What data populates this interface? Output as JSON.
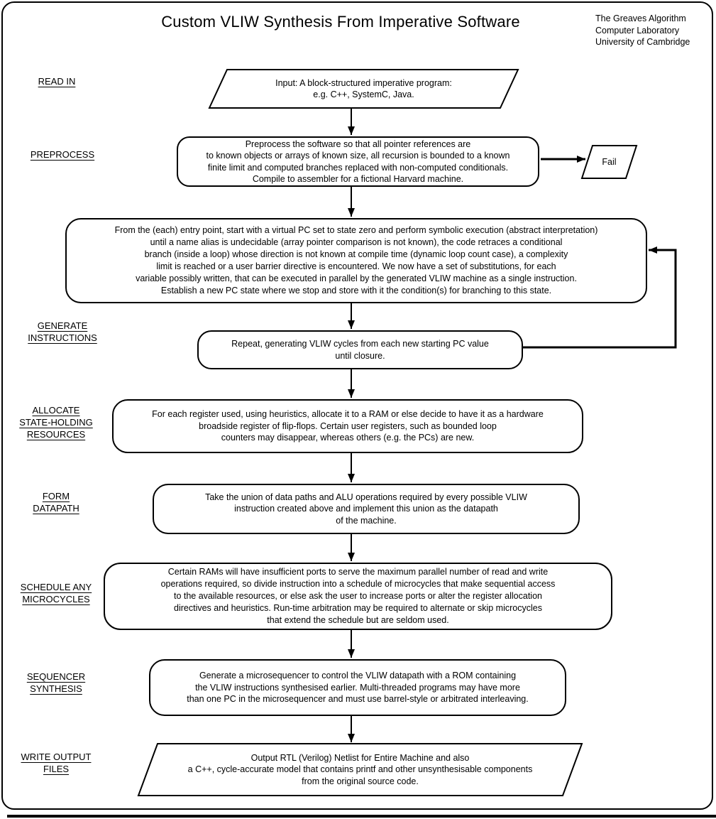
{
  "page": {
    "title": "Custom VLIW Synthesis From Imperative Software",
    "credit": "The Greaves Algorithm\nComputer Laboratory\nUniversity of Cambridge"
  },
  "colors": {
    "ink": "#000000",
    "background": "#ffffff"
  },
  "stages": [
    {
      "id": "read-in",
      "label": "READ IN"
    },
    {
      "id": "preprocess",
      "label": "PREPROCESS"
    },
    {
      "id": "generate-instructions",
      "label": "GENERATE\nINSTRUCTIONS"
    },
    {
      "id": "allocate-state-holding-resources",
      "label": "ALLOCATE\nSTATE-HOLDING\nRESOURCES"
    },
    {
      "id": "form-datapath",
      "label": "FORM\nDATAPATH"
    },
    {
      "id": "schedule-any-microcycles",
      "label": "SCHEDULE ANY\nMICROCYCLES"
    },
    {
      "id": "sequencer-synthesis",
      "label": "SEQUENCER\nSYNTHESIS"
    },
    {
      "id": "write-output-files",
      "label": "WRITE OUTPUT\nFILES"
    }
  ],
  "nodes": {
    "input": {
      "shape": "parallelogram",
      "text": "Input: A block-structured imperative program:\ne.g. C++, SystemC, Java."
    },
    "preprocess": {
      "shape": "rounded-box",
      "text": "Preprocess the software so that all pointer references are\nto known objects or arrays of known size, all recursion is bounded to a known\nfinite limit and computed branches replaced with non-computed conditionals.\nCompile to assembler for a fictional Harvard machine."
    },
    "fail": {
      "shape": "parallelogram",
      "text": "Fail"
    },
    "symbolic_execution": {
      "shape": "rounded-box",
      "text": "From the (each) entry point, start with a virtual PC set to state zero and perform symbolic execution (abstract interpretation)\nuntil a name alias is undecidable (array pointer comparison is not known), the code retraces a conditional\nbranch (inside a loop) whose direction is not known at compile time (dynamic loop count case), a complexity\nlimit is reached or a user barrier directive is encountered.  We now have a set of substitutions, for each\nvariable possibly written, that can be executed in parallel by the generated VLIW machine as a single instruction.\nEstablish a new PC state where we stop and store with it the condition(s) for branching to this state."
    },
    "repeat": {
      "shape": "rounded-box",
      "text": "Repeat, generating VLIW cycles from each new starting PC value\nuntil closure."
    },
    "allocate": {
      "shape": "rounded-box",
      "text": "For each register used, using heuristics, allocate it to a RAM or else decide to have it as a hardware\nbroadside register of flip-flops. Certain user registers, such as bounded loop\ncounters may disappear, whereas others (e.g. the PCs) are new."
    },
    "datapath": {
      "shape": "rounded-box",
      "text": "Take the union of data paths and ALU operations required by every possible VLIW\ninstruction created above and implement this union as the datapath\nof the machine."
    },
    "schedule": {
      "shape": "rounded-box",
      "text": "Certain RAMs will have insufficient ports to serve the maximum parallel number of read and write\noperations required, so divide instruction into a schedule of microcycles that make sequential access\nto the available resources, or else ask the user to increase ports or alter the register allocation\ndirectives and heuristics.  Run-time arbitration may be required to alternate or skip microcycles\nthat extend the schedule but are seldom used."
    },
    "sequencer": {
      "shape": "rounded-box",
      "text": "Generate a microsequencer to control the VLIW datapath with a ROM containing\nthe VLIW instructions synthesised earlier.  Multi-threaded programs may have more\nthan one PC in the microsequencer and must use barrel-style  or arbitrated interleaving."
    },
    "output": {
      "shape": "parallelogram",
      "text": "Output RTL (Verilog) Netlist for Entire Machine and also\na C++, cycle-accurate  model that contains printf and other unsynthesisable components\nfrom the original source code."
    }
  }
}
